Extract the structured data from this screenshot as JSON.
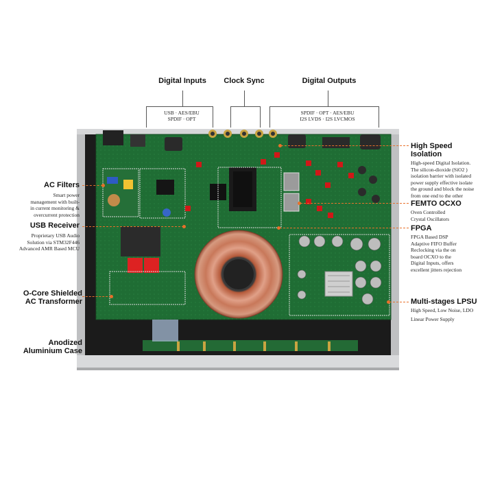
{
  "top": {
    "digital_inputs": {
      "title": "Digital Inputs",
      "line1": "USB · AES/EBU",
      "line2": "SPDIF · OPT"
    },
    "clock_sync": {
      "title": "Clock Sync"
    },
    "digital_outputs": {
      "title": "Digital Outputs",
      "line1": "SPDIF · OPT · AES/EBU",
      "line2": "I2S LVDS · I2S LVCMOS"
    }
  },
  "left": [
    {
      "title": "AC Filters",
      "desc": [
        "Smart power",
        "management with built-",
        "in current monitoring &",
        "overcurrent protection"
      ]
    },
    {
      "title": "USB Receiver",
      "desc": [
        "Proprietary USB Audio",
        "Solution via STM32F446",
        "Advanced AMR Based MCU"
      ]
    },
    {
      "title_lines": [
        "O-Core Shielded",
        "AC Transformer"
      ]
    },
    {
      "title_lines": [
        "Anodized",
        "Aluminium Case"
      ]
    }
  ],
  "right": [
    {
      "title_lines": [
        "High Speed",
        "Isolation"
      ],
      "desc": [
        "High-speed Digital Isolation.",
        "The silicon-dioxide (SiO2 )",
        "isolation barrier with isolated",
        "power supply effective isolate",
        "the ground and block the noise",
        "from one end to the other"
      ]
    },
    {
      "title": "FEMTO OCXO",
      "desc": [
        "Oven Controlled",
        "Crystal Oscillators"
      ]
    },
    {
      "title": "FPGA",
      "desc": [
        "FPGA Based DSP",
        "Adaptive FIFO Buffer",
        "Reclocking via the on",
        "board OCXO to the",
        "Digital Inputs, offers",
        "excellent jitters rejection"
      ]
    },
    {
      "title": "Multi-stages LPSU",
      "desc": [
        "High Speed, Low Noise, LDO",
        "Linear Power Supply"
      ]
    }
  ],
  "colors": {
    "accent": "#e8702a",
    "pcb": "#1e6b33",
    "case": "#c8c9cb"
  }
}
